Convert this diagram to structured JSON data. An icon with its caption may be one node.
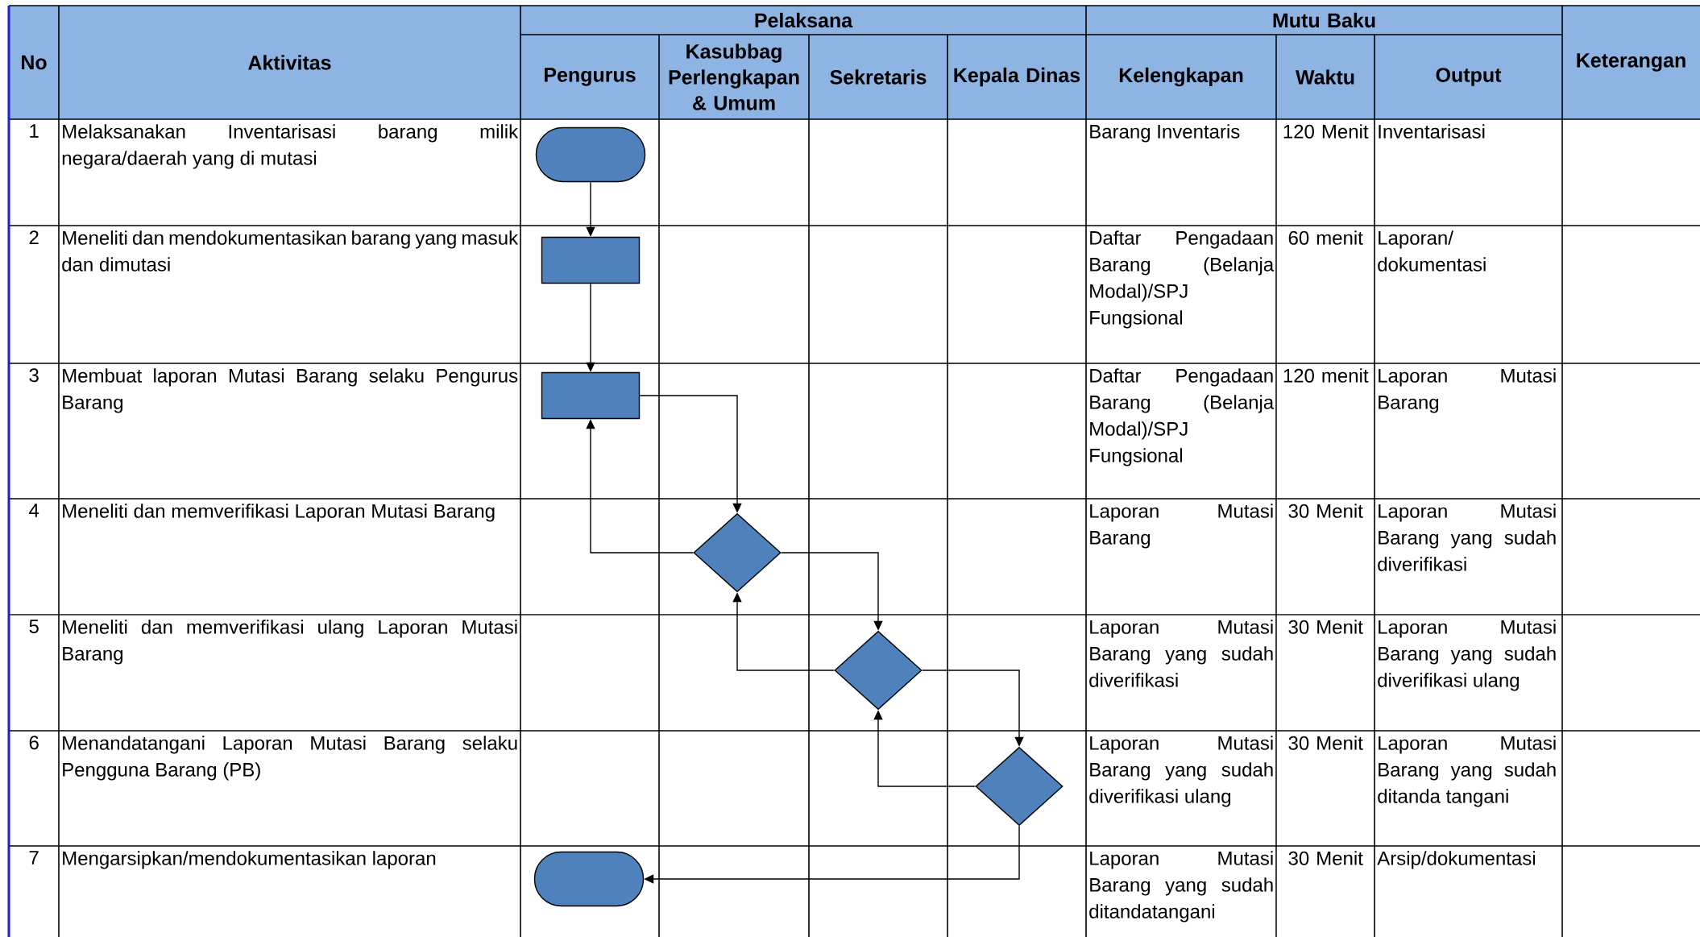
{
  "diagram": {
    "nodes": [
      {
        "text": [],
        "shape": "oval"
      },
      {
        "text": [],
        "shape": "box"
      },
      {
        "text": [],
        "shape": "box"
      },
      {
        "text": [],
        "shape": "diamond"
      },
      {
        "text": [],
        "shape": "diamond"
      },
      {
        "text": [],
        "shape": "diamond"
      },
      {
        "text": [],
        "shape": "oval"
      }
    ],
    "edges": [
      {
        "from": 0,
        "to": 1,
        "arrow": "to"
      },
      {
        "from": 1,
        "to": 2,
        "arrow": "to"
      },
      {
        "from": 2,
        "to": 3,
        "arrow": "to"
      },
      {
        "from": 3,
        "to": 2,
        "arrow": "to"
      },
      {
        "from": 3,
        "to": 4,
        "arrow": "to"
      },
      {
        "from": 4,
        "to": 3,
        "arrow": "to"
      },
      {
        "from": 4,
        "to": 5,
        "arrow": "to"
      },
      {
        "from": 5,
        "to": 4,
        "arrow": "to"
      },
      {
        "from": 5,
        "to": 6,
        "arrow": "to"
      }
    ],
    "labels": [
      "No",
      "Aktivitas",
      "Pelaksana",
      "Mutu Baku",
      "Keterangan",
      "Pengurus",
      "Kasubbag Perlengkapan & Umum",
      "Sekretaris",
      "Kepala Dinas",
      "Kelengkapan",
      "Waktu",
      "Output",
      "1",
      "Melaksanakan Inventarisasi barang milik negara/daerah yang di mutasi",
      "Barang Inventaris",
      "120 Menit",
      "Inventarisasi",
      "2",
      "Meneliti dan mendokumentasikan barang yang masuk dan dimutasi",
      "Daftar Pengadaan Barang (Belanja Modal)/SPJ Fungsional",
      "60 menit",
      "Laporan/ dokumentasi",
      "3",
      "Membuat laporan Mutasi Barang selaku Pengurus Barang",
      "Daftar Pengadaan Barang (Belanja Modal)/SPJ Fungsional",
      "120 menit",
      "Laporan Mutasi Barang",
      "4",
      "Meneliti dan memverifikasi Laporan Mutasi Barang",
      "Laporan Mutasi Barang",
      "30 Menit",
      "Laporan Mutasi Barang yang sudah diverifikasi",
      "5",
      "Meneliti dan memverifikasi ulang Laporan Mutasi Barang",
      "Laporan Mutasi Barang yang sudah diverifikasi",
      "30 Menit",
      "Laporan Mutasi Barang yang sudah diverifikasi ulang",
      "6",
      "Menandatangani Laporan Mutasi Barang selaku Pengguna Barang (PB)",
      "Laporan Mutasi Barang yang sudah diverifikasi ulang",
      "30 Menit",
      "Laporan Mutasi Barang yang sudah ditanda tangani",
      "7",
      "Mengarsipkan/mendokumentasikan laporan",
      "Laporan Mutasi Barang yang sudah ditandatangani",
      "30 Menit",
      "Arsip/dokumentasi"
    ]
  }
}
